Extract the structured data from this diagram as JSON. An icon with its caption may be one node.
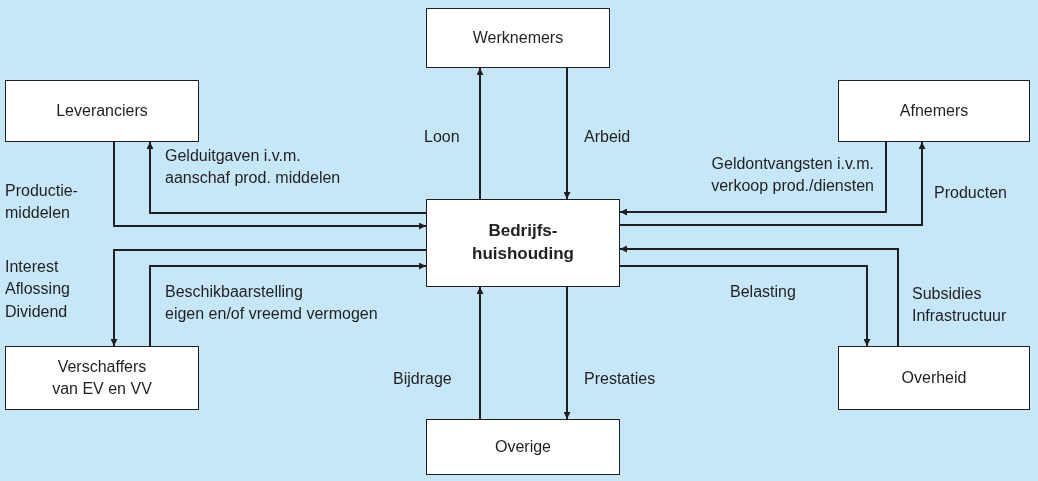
{
  "diagram": {
    "nodes": [
      {
        "text": [
          "Werknemers"
        ]
      },
      {
        "text": [
          "Leveranciers"
        ]
      },
      {
        "text": [
          "Afnemers"
        ]
      },
      {
        "text": [
          "Bedrijfs- huishouding"
        ]
      },
      {
        "text": [
          "Verschaffers van EV en VV"
        ]
      },
      {
        "text": [
          "Overheid"
        ]
      },
      {
        "text": [
          "Overige"
        ]
      }
    ],
    "edges": [
      {
        "from": 3,
        "to": 0,
        "arrow": "to",
        "label": "Loon"
      },
      {
        "from": 0,
        "to": 3,
        "arrow": "to",
        "label": "Arbeid"
      },
      {
        "from": 3,
        "to": 1,
        "arrow": "to",
        "label": "Gelduitgaven i.v.m. aanschaf prod. middelen"
      },
      {
        "from": 1,
        "to": 3,
        "arrow": "to",
        "label": "Productie- middelen"
      },
      {
        "from": 3,
        "to": 4,
        "arrow": "to",
        "label": "Interest Aflossing Dividend"
      },
      {
        "from": 4,
        "to": 3,
        "arrow": "to",
        "label": "Beschikbaarstelling eigen en/of vreemd vermogen"
      },
      {
        "from": 2,
        "to": 3,
        "arrow": "to",
        "label": "Geldontvangsten i.v.m. verkoop prod./diensten"
      },
      {
        "from": 3,
        "to": 2,
        "arrow": "to",
        "label": "Producten"
      },
      {
        "from": 5,
        "to": 3,
        "arrow": "to",
        "label": "Subsidies Infrastructuur"
      },
      {
        "from": 3,
        "to": 5,
        "arrow": "to",
        "label": "Belasting"
      },
      {
        "from": 6,
        "to": 3,
        "arrow": "to",
        "label": "Bijdrage"
      },
      {
        "from": 3,
        "to": 6,
        "arrow": "to",
        "label": "Prestaties"
      }
    ]
  }
}
